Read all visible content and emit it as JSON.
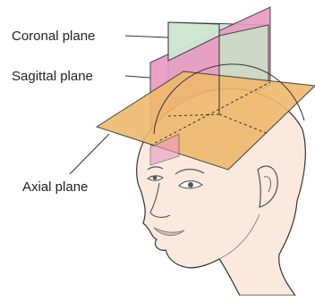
{
  "labels": {
    "coronal": "Coronal plane",
    "sagittal": "Sagittal plane",
    "axial": "Axial plane"
  },
  "colors": {
    "coronal_plane": "#b9dcc0",
    "sagittal_plane": "#e58fbd",
    "axial_plane": "#f0bb72",
    "skin": "#fbe8dc",
    "outline": "#333333"
  }
}
